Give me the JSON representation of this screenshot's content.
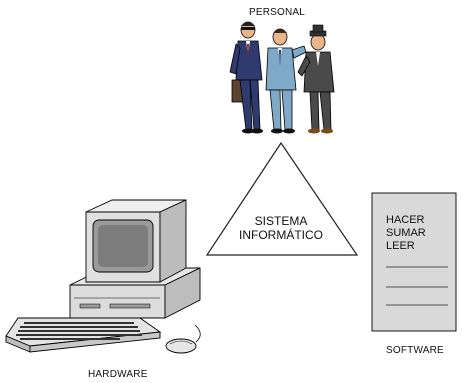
{
  "labels": {
    "personal": "PERSONAL",
    "hardware": "HARDWARE",
    "software": "SOFTWARE",
    "center_line1": "SISTEMA",
    "center_line2": "INFORMÁTICO"
  },
  "software_doc": {
    "lines": [
      "HACER",
      "SUMAR",
      "LEER"
    ]
  }
}
